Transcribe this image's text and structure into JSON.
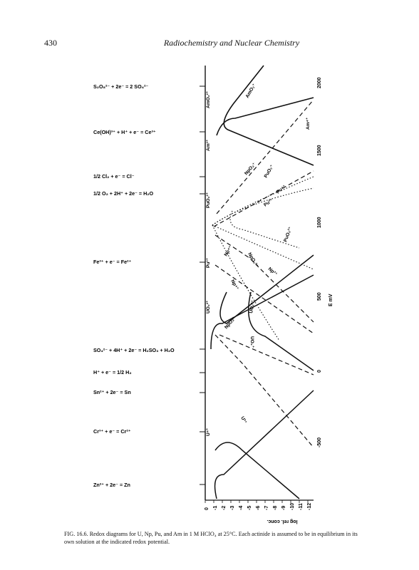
{
  "page": {
    "number": "430",
    "running_title": "Radiochemistry and Nuclear Chemistry"
  },
  "figure": {
    "caption": "FIG. 16.6. Redox diagrams for U, Np, Pu, and Am in 1 M HClO₄ at 25°C. Each actinide is assumed to be in equilibrium in its own solution at the indicated redox potential.",
    "reactions": [
      {
        "label": "S₂O₈²⁻ + 2e⁻ = 2 SO₄²⁻",
        "E": 2010
      },
      {
        "label": "Ce(OH)³⁺ + H⁺ + e⁻ = Ce³⁺",
        "E": 1700
      },
      {
        "label": "1/2 Cl₂ + e⁻ = Cl⁻",
        "E": 1360
      },
      {
        "label": "1/2 O₂ + 2H⁺ + 2e⁻ = H₂O",
        "E": 1230
      },
      {
        "label": "Fe³⁺ + e⁻ = Fe²⁺",
        "E": 770
      },
      {
        "label": "SO₄²⁻ + 4H⁺ + 2e⁻ = H₂SO₃ + H₂O",
        "E": 170
      },
      {
        "label": "H⁺ + e⁻ = 1/2 H₂",
        "E": 0
      },
      {
        "label": "Sn²⁺ + 2e⁻ = Sn",
        "E": -140
      },
      {
        "label": "Cr³⁺ + e⁻ = Cr²⁺",
        "E": -410
      },
      {
        "label": "Zn²⁺ + 2e⁻ = Zn",
        "E": -760
      }
    ],
    "axis_mv_label": "E  mV",
    "axis_log_label": "log rel. conc.",
    "mv_ticks": [
      2000,
      1500,
      1000,
      500,
      0,
      -500
    ],
    "log_ticks": [
      "0",
      "-1",
      "-2",
      "-3",
      "-4",
      "-5",
      "-6",
      "-7",
      "-8",
      "-9",
      "-10",
      "-11",
      "-12"
    ],
    "region_labels": [
      "AmO₂²⁺",
      "Am³⁺",
      "PuO₂²⁺",
      "Pu³⁺",
      "UO₂²⁺",
      "U⁴⁺"
    ],
    "curve_labels": [
      "AmO₂⁺",
      "Am⁴⁺",
      "NpO₂⁺",
      "PuO₂⁺",
      "Pu⁴⁺",
      "Pu³⁺",
      "Np⁴⁺",
      "NpO₂²⁺",
      "Np³⁺",
      "PuO₂²⁺",
      "UO₂⁺",
      "Np⁴⁺",
      "NpO₂⁺",
      "UO₂²⁺",
      "U³⁺"
    ]
  }
}
